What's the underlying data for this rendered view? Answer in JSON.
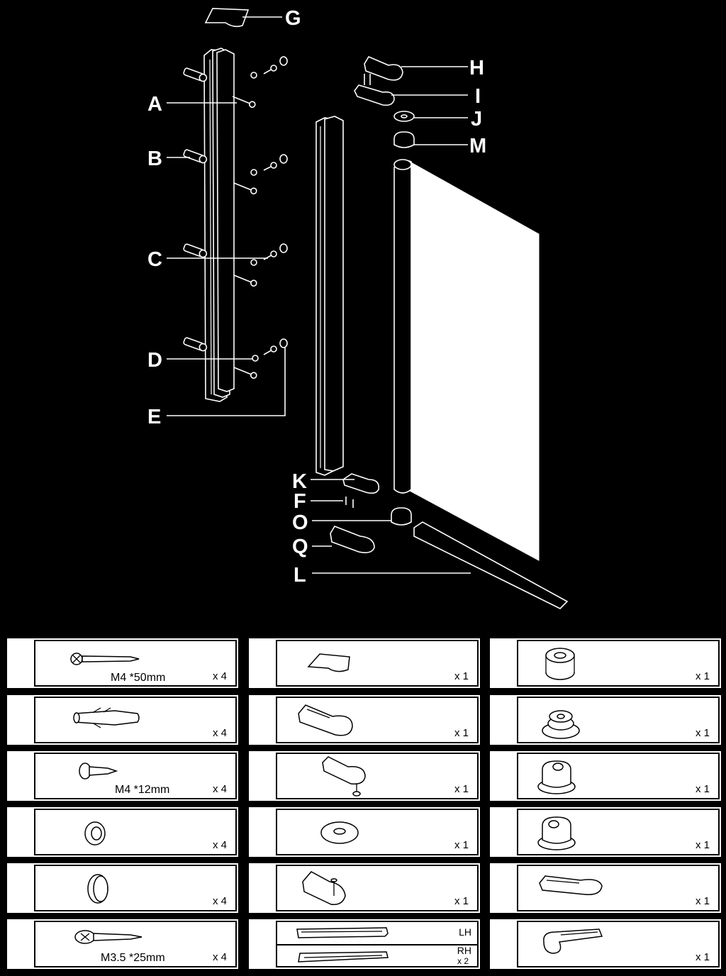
{
  "diagram": {
    "labels": {
      "A": "A",
      "B": "B",
      "C": "C",
      "D": "D",
      "E": "E",
      "F": "F",
      "G": "G",
      "H": "H",
      "I": "I",
      "J": "J",
      "K": "K",
      "L": "L",
      "M": "M",
      "O": "O",
      "Q": "Q"
    }
  },
  "parts": {
    "col1": [
      {
        "icon": "long-screw-icon",
        "spec": "M4 *50mm",
        "qty": "x 4"
      },
      {
        "icon": "wall-plug-icon",
        "spec": "",
        "qty": "x 4"
      },
      {
        "icon": "short-screw-icon",
        "spec": "M4 *12mm",
        "qty": "x 4"
      },
      {
        "icon": "washer-ring-icon",
        "spec": "",
        "qty": "x 4"
      },
      {
        "icon": "cover-cap-icon",
        "spec": "",
        "qty": "x 4"
      },
      {
        "icon": "countersunk-screw-icon",
        "spec": "M3.5 *25mm",
        "qty": "x 4"
      }
    ],
    "col2": [
      {
        "icon": "top-cap-icon",
        "qty": "x 1"
      },
      {
        "icon": "upper-hinge-cover-icon",
        "qty": "x 1"
      },
      {
        "icon": "upper-hinge-plate-icon",
        "qty": "x 1"
      },
      {
        "icon": "flat-washer-icon",
        "qty": "x 1"
      },
      {
        "icon": "lower-hinge-plate-icon",
        "qty": "x 1"
      },
      {
        "icon": "seal-strip-icon",
        "lh": "LH",
        "rh": "RH",
        "qty": "x 2"
      }
    ],
    "col3": [
      {
        "icon": "bushing-icon",
        "qty": "x 1"
      },
      {
        "icon": "flanged-bushing-icon",
        "qty": "x 1"
      },
      {
        "icon": "cam-bushing-icon",
        "qty": "x 1"
      },
      {
        "icon": "cam-bushing-mirror-icon",
        "qty": "x 1"
      },
      {
        "icon": "lower-hinge-cover-icon",
        "qty": "x 1"
      },
      {
        "icon": "lower-hinge-cover-mirror-icon",
        "qty": "x 1"
      }
    ]
  }
}
